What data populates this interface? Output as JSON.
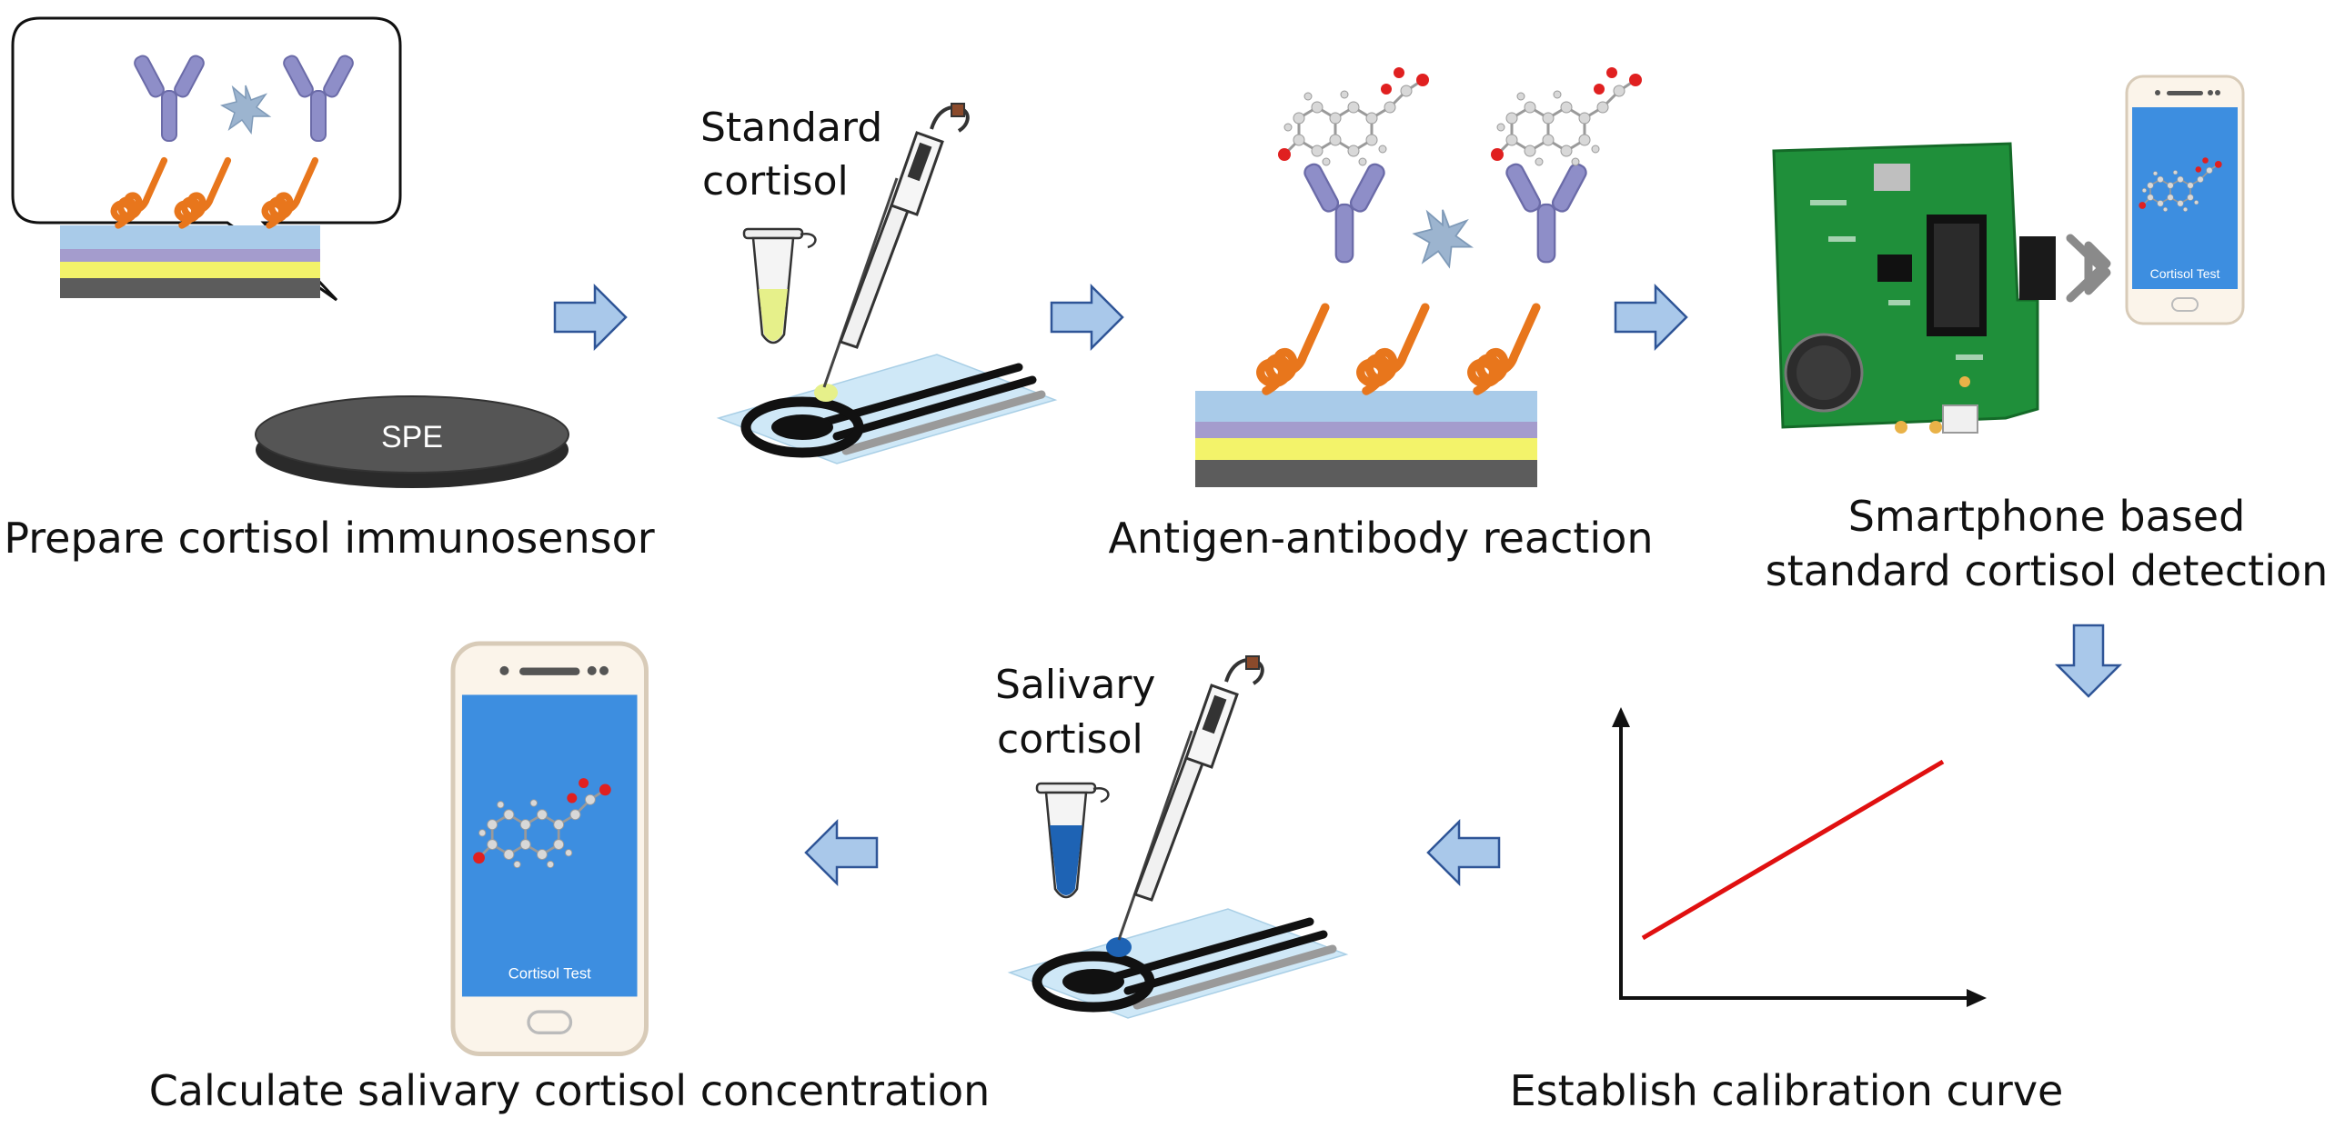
{
  "steps": {
    "prepare": "Prepare cortisol immunosensor",
    "reaction": "Antigen-antibody reaction",
    "smartphone_line1": "Smartphone based",
    "smartphone_line2": "standard cortisol detection",
    "calibration": "Establish calibration curve",
    "calculate": "Calculate salivary cortisol concentration"
  },
  "labels": {
    "standard_line1": "Standard",
    "standard_line2": "cortisol",
    "salivary_line1": "Salivary",
    "salivary_line2": "cortisol",
    "spe": "SPE"
  },
  "phone": {
    "app_title_top": "Cortisol Test",
    "app_title_bottom": "Cortisol Test"
  },
  "colors": {
    "layer_blue": "#a9cbe9",
    "layer_purple": "#a49ccd",
    "layer_yellow": "#f3f36a",
    "layer_gray": "#5c5c5c",
    "arrow_fill": "#a9c8ea",
    "arrow_stroke": "#2f5597",
    "linker": "#e8761c",
    "antibody": "#8e8ec8",
    "curve": "#e01010",
    "phone_screen": "#3d8ee0",
    "pcb_green": "#1f8f3a",
    "saliva_blue": "#1e63b4",
    "standard_yellow": "#e6f08a"
  }
}
